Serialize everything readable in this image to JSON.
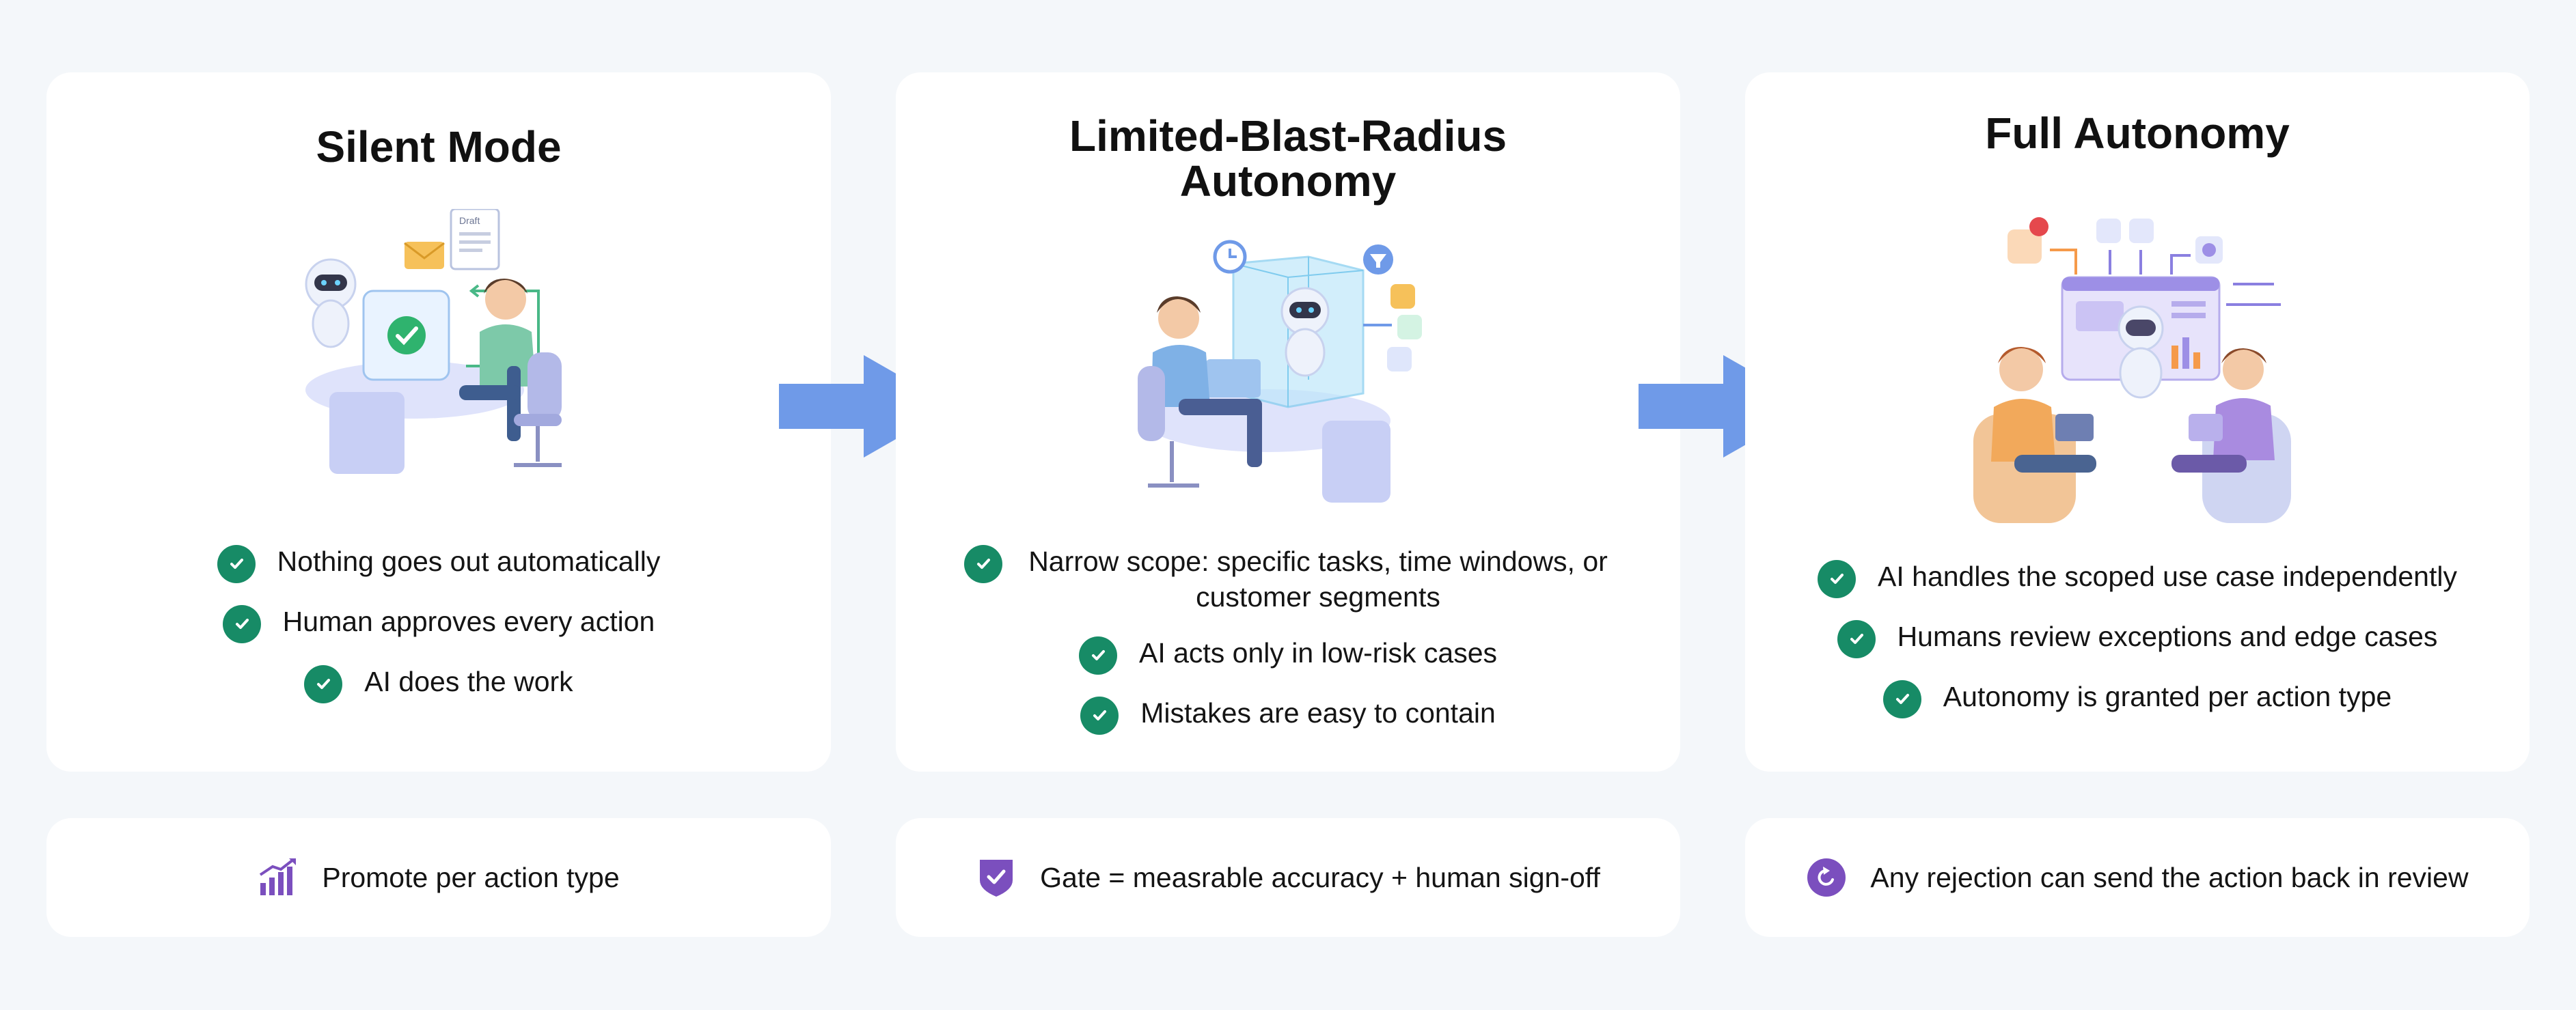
{
  "stages": [
    {
      "title_lines": [
        "Silent Mode"
      ],
      "bullets": [
        "Nothing goes out automatically",
        "Human approves every action",
        "AI does the work"
      ],
      "illustration": "person-at-desk-with-robot-drafting-email-icon",
      "illustration_text": "Draft"
    },
    {
      "title_lines": [
        "Limited-Blast-Radius",
        "Autonomy"
      ],
      "bullets": [
        "Narrow scope: specific tasks, time windows, or customer segments",
        "AI acts only in low-risk cases",
        "Mistakes are easy to contain"
      ],
      "illustration": "robot-in-glass-box-with-person-icon"
    },
    {
      "title_lines": [
        "Full Autonomy"
      ],
      "bullets": [
        "AI handles the scoped use case independently",
        "Humans review exceptions and edge cases",
        "Autonomy is granted per action type"
      ],
      "illustration": "robot-with-dashboard-and-two-people-icon"
    }
  ],
  "footers": [
    {
      "icon": "bar-chart-growth-icon",
      "text": "Promote per action type"
    },
    {
      "icon": "shield-check-icon",
      "text": "Gate = measrable accuracy + human sign-off"
    },
    {
      "icon": "rotate-back-icon",
      "text": "Any rejection can send the action back in review"
    }
  ],
  "colors": {
    "background": "#f4f7fa",
    "card": "#ffffff",
    "check": "#178b66",
    "arrow": "#6f9ae8",
    "icon_purple": "#7b4fbe"
  }
}
